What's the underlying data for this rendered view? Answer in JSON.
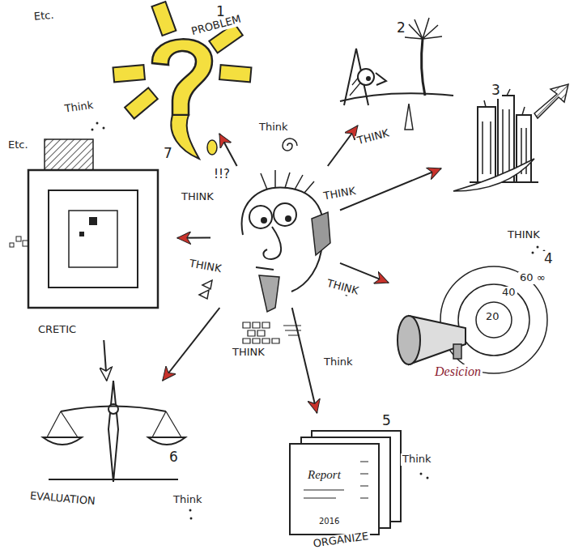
{
  "diagram": {
    "nodes": [
      {
        "text": [
          "!!?"
        ]
      },
      {
        "text": [
          "1",
          "PROBLEM"
        ]
      },
      {
        "text": [
          "2"
        ]
      },
      {
        "text": [
          "3"
        ]
      },
      {
        "text": [
          "4",
          "Desicion"
        ]
      },
      {
        "text": [
          "5",
          "Report",
          "2016",
          "ORGANIZE"
        ]
      },
      {
        "text": [
          "6",
          "EVALUATION"
        ]
      },
      {
        "text": [
          "7",
          "CRETIC"
        ]
      }
    ],
    "edges": [
      {
        "from": 0,
        "to": 1,
        "arrow": "to"
      },
      {
        "from": 0,
        "to": 2,
        "arrow": "to"
      },
      {
        "from": 0,
        "to": 3,
        "arrow": "to"
      },
      {
        "from": 0,
        "to": 4,
        "arrow": "to"
      },
      {
        "from": 0,
        "to": 5,
        "arrow": "to"
      },
      {
        "from": 0,
        "to": 6,
        "arrow": "to"
      },
      {
        "from": 0,
        "to": 7,
        "arrow": "to"
      },
      {
        "from": 7,
        "to": 6,
        "arrow": "to"
      }
    ],
    "labels": [
      "Etc.",
      "Think",
      "Think",
      "THINK",
      "Etc.",
      "THINK",
      "THINK",
      "THINK",
      "THINK",
      "THINK",
      "60 ∞",
      "40",
      "20",
      "THINK",
      "Think",
      "Think",
      "Think"
    ]
  }
}
